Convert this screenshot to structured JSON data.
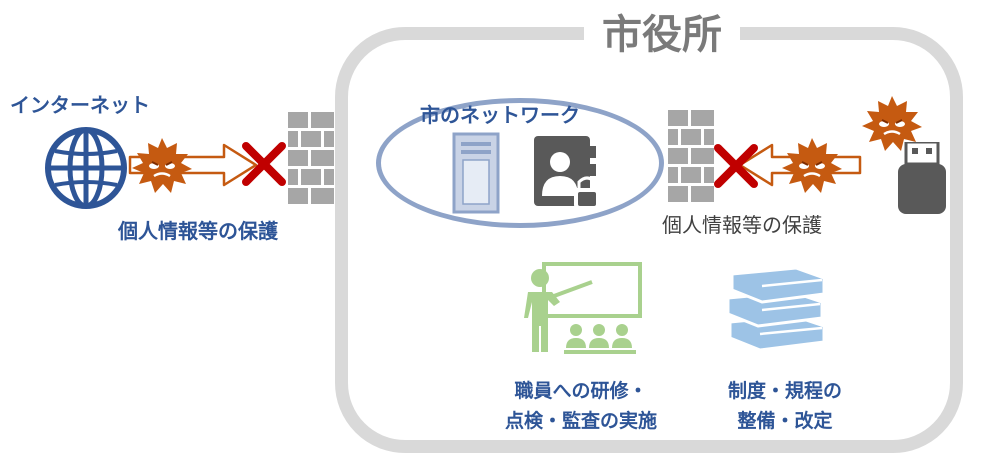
{
  "city_hall": {
    "title": "市役所"
  },
  "internet": {
    "label": "インターネット"
  },
  "network": {
    "label": "市のネットワーク"
  },
  "protection_left": {
    "text": "個人情報等の保護"
  },
  "protection_right": {
    "text": "個人情報等の保護"
  },
  "training": {
    "line1": "職員への研修・",
    "line2": "点検・監査の実施"
  },
  "rules": {
    "line1": "制度・規程の",
    "line2": "整備・改定"
  },
  "colors": {
    "city_border": "#d9d9d9",
    "network_oval": "#8ea3c8",
    "blue_text": "#2e5597",
    "virus": "#c55a11",
    "block_x": "#c00000",
    "firewall": "#a6a6a6",
    "training_green": "#a9d18e",
    "books_blue": "#9dc3e6"
  },
  "icons": [
    "globe-icon",
    "virus-icon",
    "block-x-icon",
    "firewall-icon",
    "server-icon",
    "secure-contact-icon",
    "usb-drive-icon",
    "training-icon",
    "books-icon"
  ]
}
